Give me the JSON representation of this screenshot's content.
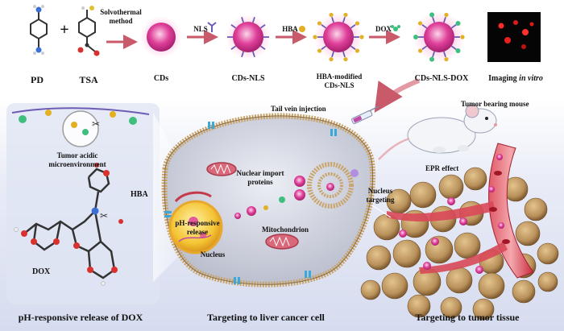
{
  "top_row": {
    "pd": "PD",
    "plus": "+",
    "tsa": "TSA",
    "step1_line1": "Solvothermal",
    "step1_line2": "method",
    "cds": "CDs",
    "nls_reagent": "NLS",
    "cds_nls": "CDs-NLS",
    "hba_reagent": "HBA",
    "hba_modified_line1": "HBA-modified",
    "hba_modified_line2": "CDs-NLS",
    "dox_reagent": "DOX",
    "cds_nls_dox": "CDs-NLS-DOX",
    "imaging_prefix": "Imaging ",
    "imaging_suffix": "in vitro"
  },
  "left_panel": {
    "tumor_line1": "Tumor acidic",
    "tumor_line2": "microenvironment",
    "hba": "HBA",
    "dox": "DOX",
    "caption": "pH-responsive release of DOX"
  },
  "cell_panel": {
    "nuclear_line1": "Nuclear import",
    "nuclear_line2": "proteins",
    "ph_line1": "pH-responsive",
    "ph_line2": "release",
    "nucleus": "Nucleus",
    "mitochondrion": "Mitochondrion",
    "nucleus_targeting_line1": "Nucleus",
    "nucleus_targeting_line2": "targeting",
    "caption": "Targeting to liver cancer cell"
  },
  "right_panel": {
    "tail_vein": "Tail vein injection",
    "tumor_mouse": "Tumor bearing mouse",
    "epr": "EPR effect",
    "caption": "Targeting to tumor tissue"
  },
  "colors": {
    "cd_pink": "#e0409a",
    "nls_purple": "#6d5bb5",
    "hba_gold": "#e3b024",
    "dox_green": "#3fbf7f",
    "arrow_red": "#c95a6a",
    "membrane": "#c9a46a",
    "cytoplasm": "#d9dbe6",
    "vessel_red": "#c82a3c",
    "tumor_tan": "#b8905a"
  }
}
